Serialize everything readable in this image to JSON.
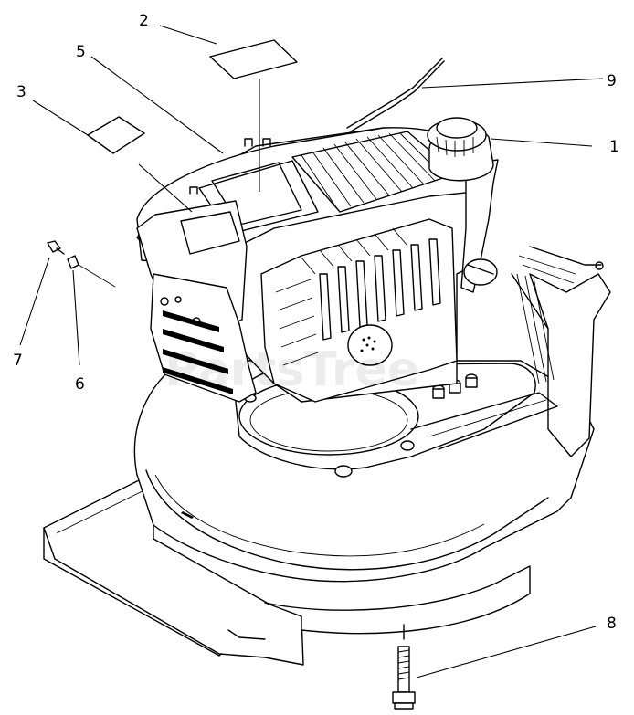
{
  "watermark": "PartsTree",
  "callouts": [
    {
      "id": "callout-2",
      "label": "2"
    },
    {
      "id": "callout-5",
      "label": "5"
    },
    {
      "id": "callout-3",
      "label": "3"
    },
    {
      "id": "callout-9",
      "label": "9"
    },
    {
      "id": "callout-1",
      "label": "1"
    },
    {
      "id": "callout-7",
      "label": "7"
    },
    {
      "id": "callout-6",
      "label": "6"
    },
    {
      "id": "callout-8",
      "label": "8"
    }
  ]
}
